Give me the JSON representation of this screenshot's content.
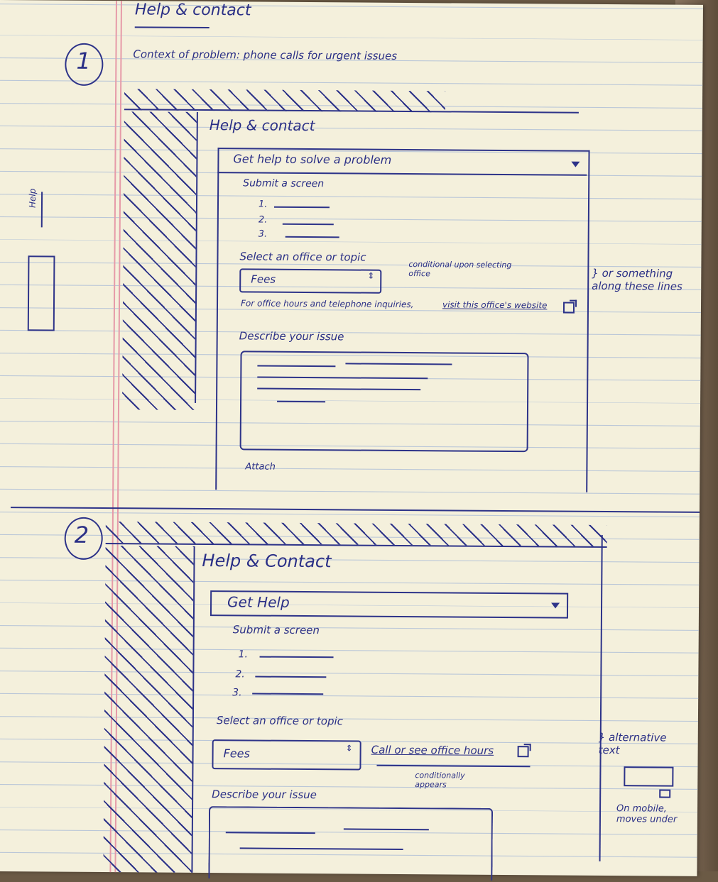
{
  "page_title": "Help & contact",
  "context_note": "Context of problem: phone calls for urgent issues",
  "side_label": "Help",
  "sketch1": {
    "number": "1",
    "heading": "Help & contact",
    "dropdown_label": "Get help to solve a problem",
    "submit_screen": "Submit a screen",
    "steps": [
      "1.",
      "2.",
      "3."
    ],
    "office_label": "Select an office or topic",
    "select_value": "Fees",
    "conditional_note": "conditional upon selecting office",
    "office_hours_text": "For office hours and telephone inquiries,",
    "office_link": "visit this office's website",
    "side_note": "} or something along these lines",
    "describe_label": "Describe your issue",
    "attach_label": "Attach"
  },
  "sketch2": {
    "number": "2",
    "heading": "Help & Contact",
    "dropdown_label": "Get Help",
    "submit_screen": "Submit a screen",
    "steps": [
      "1.",
      "2.",
      "3."
    ],
    "office_label": "Select an office or topic",
    "select_value": "Fees",
    "call_link": "Call or see office hours",
    "conditional_note": "conditionally appears",
    "alt_note": "} alternative text",
    "mobile_note": "On mobile, moves under",
    "describe_label": "Describe your issue"
  },
  "colors": {
    "ink": "#2d3389",
    "paper": "#f4f0dc",
    "rule": "#b9c6d8",
    "margin": "#e69aa8"
  }
}
